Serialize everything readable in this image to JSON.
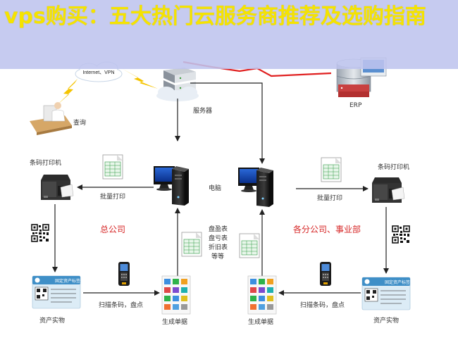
{
  "banner": {
    "title": "vps购买：五大热门云服务商推荐及选购指南"
  },
  "labels": {
    "internet_vpn": "Internet、VPN",
    "server": "服务器",
    "erp": "ERP",
    "query": "查询",
    "printer_left": "条码打印机",
    "printer_right": "条码打印机",
    "batch_print_left": "批量打印",
    "batch_print_right": "批量打印",
    "computer": "电脑",
    "head_office": "总公司",
    "branches": "各分公司、事业部",
    "reports": [
      "盘盈表",
      "盘亏表",
      "折旧表",
      "等等"
    ],
    "asset_left": "资产实物",
    "asset_right": "资产实物",
    "scan_left": "扫描条码，盘点",
    "scan_right": "扫描条码，盘点",
    "gen_docs_left": "生成单据",
    "gen_docs_right": "生成单据",
    "tag_title_left": "固定资产标签",
    "tag_title_right": "固定资产标签"
  },
  "colors": {
    "banner_bg": "#bec4ee",
    "banner_text": "#f5e300",
    "red_link": "#e02020",
    "lightning": "#f5c400",
    "accent_red": "#d62525",
    "arrow": "#222222"
  },
  "icons": [
    "laptop-operator-icon",
    "server-icon",
    "erp-server-icon",
    "barcode-printer-icon",
    "computer-icon",
    "spreadsheet-icon",
    "qr-code-icon",
    "handheld-scanner-icon",
    "asset-tag-icon",
    "tablet-screen-icon",
    "cloud-icon"
  ]
}
